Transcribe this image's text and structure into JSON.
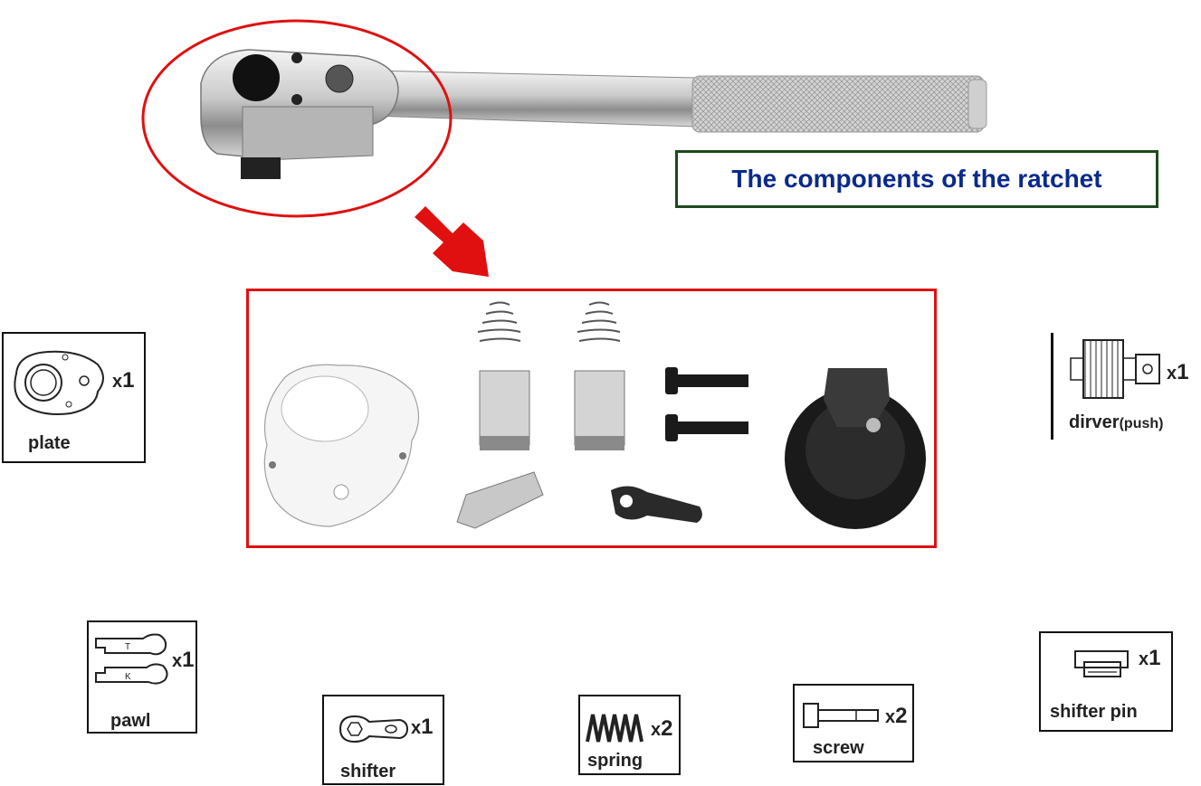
{
  "title": "The components of the ratchet",
  "parts": {
    "plate": {
      "label": "plate",
      "qty_prefix": "x",
      "qty": "1"
    },
    "driver": {
      "label": "dirver",
      "label_suffix": "(push)",
      "qty_prefix": "x",
      "qty": "1"
    },
    "pawl": {
      "label": "pawl",
      "qty_prefix": "x",
      "qty": "1"
    },
    "shifter": {
      "label": "shifter",
      "qty_prefix": "x",
      "qty": "1"
    },
    "spring": {
      "label": "spring",
      "qty_prefix": "x",
      "qty": "2"
    },
    "screw": {
      "label": "screw",
      "qty_prefix": "x",
      "qty": "2"
    },
    "shifter_pin": {
      "label": "shifter pin",
      "qty_prefix": "x",
      "qty": "1"
    }
  },
  "colors": {
    "highlight_red": "#e01010",
    "title_text": "#0a2a8c",
    "title_border": "#1d4a1d"
  }
}
